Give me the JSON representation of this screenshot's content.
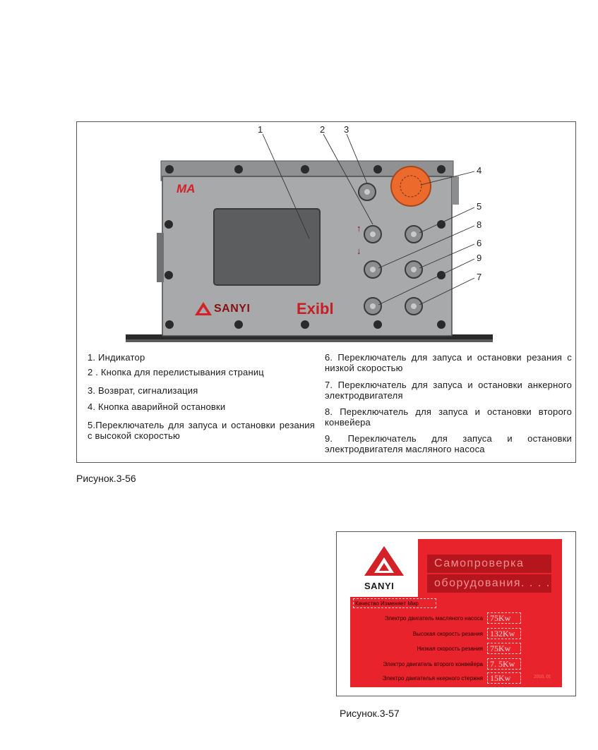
{
  "figure1": {
    "device": {
      "brand_mark": "MA",
      "logo_text": "SANYI",
      "rating": "Exibl",
      "arrow_up": "↑",
      "arrow_down": "↓"
    },
    "callouts": [
      "1",
      "2",
      "3",
      "4",
      "5",
      "8",
      "6",
      "9",
      "7"
    ],
    "legend_left": [
      "1. Индикатор",
      "2 . Кнопка для перелистывания страниц",
      "3. Возврат, сигнализация",
      "4. Кнопка аварийной остановки",
      "5.Переключатель для запуса и остановки резания с высокой скоростью"
    ],
    "legend_right": [
      "6. Переключатель для запуса и остановки резания с низкой скоростью",
      "7. Переключатель для запуса и остановки анкерного электродвигателя",
      "8. Переключатель для запуса и остановки второго конвейера",
      "9. Переключатель для запуса и остановки электродвигателя масляного насоса"
    ],
    "caption": "Рисунок.3-56"
  },
  "figure2": {
    "logo_text": "SANYI",
    "title_line1": "Самопроверка",
    "title_line2": "оборудования. . . .",
    "slogan": "Качество Изменяет Мир",
    "rows": [
      {
        "label": "Электро двигатель масляного насоса",
        "value": "75Kw"
      },
      {
        "label": "Высокая скорость резания",
        "value": "132Kw"
      },
      {
        "label": "Низкая скорость резания",
        "value": "75Kw"
      },
      {
        "label": "Электро двигатель второго конвейера",
        "value": "7. 5Kw"
      },
      {
        "label": "Электро двигателья нкерного стержня",
        "value": "15Kw"
      }
    ],
    "date_fragment": "2010. 01",
    "caption": "Рисунок.3-57"
  },
  "colors": {
    "screen_red": "#e8232b",
    "title_dark_red": "#b5151c",
    "device_grey": "#a7a9ab",
    "estop_orange": "#ec6a2c",
    "brand_red": "#d42027"
  }
}
